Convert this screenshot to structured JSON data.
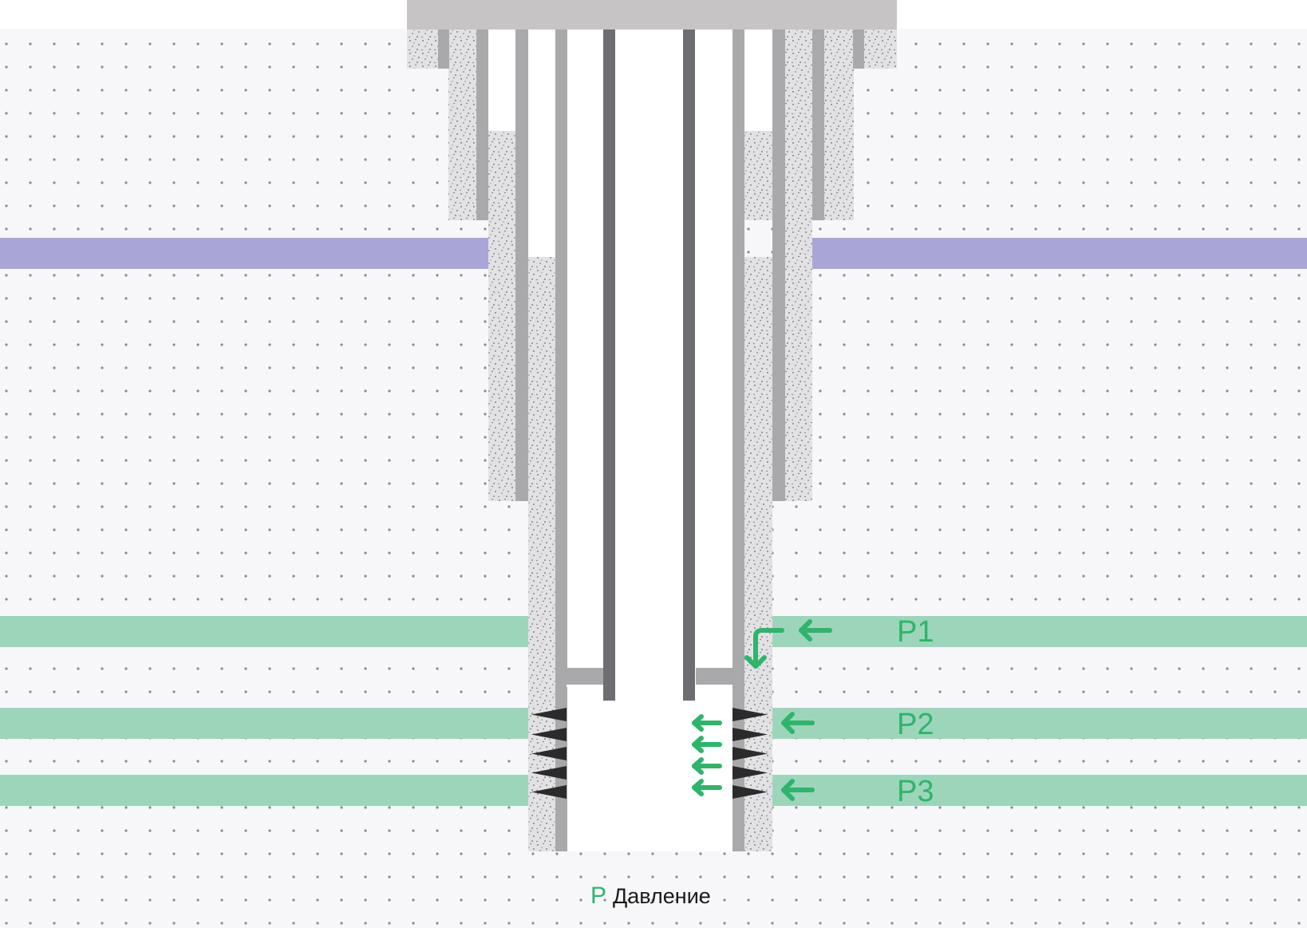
{
  "zone_labels": [
    "P1",
    "P2",
    "P3"
  ],
  "legend": {
    "symbol": "P",
    "text": "Давление"
  },
  "colors": {
    "background": "#f7f7f9",
    "soil_dot": "#8a8a8a",
    "aquitard_band": "#a9a5d6",
    "productive_zone": "#9dd5bb",
    "pressure_accent": "#2fb46c",
    "cement": "#e2e2e4",
    "casing_light": "#a9a9ab",
    "tubing_dark": "#6e6e72",
    "wellhead_cap": "#c7c4c6",
    "perforation": "#2b2b2b"
  },
  "icons": [
    "arrow-left-icon",
    "arrow-bent-down-icon",
    "perforation-charge-icon"
  ]
}
